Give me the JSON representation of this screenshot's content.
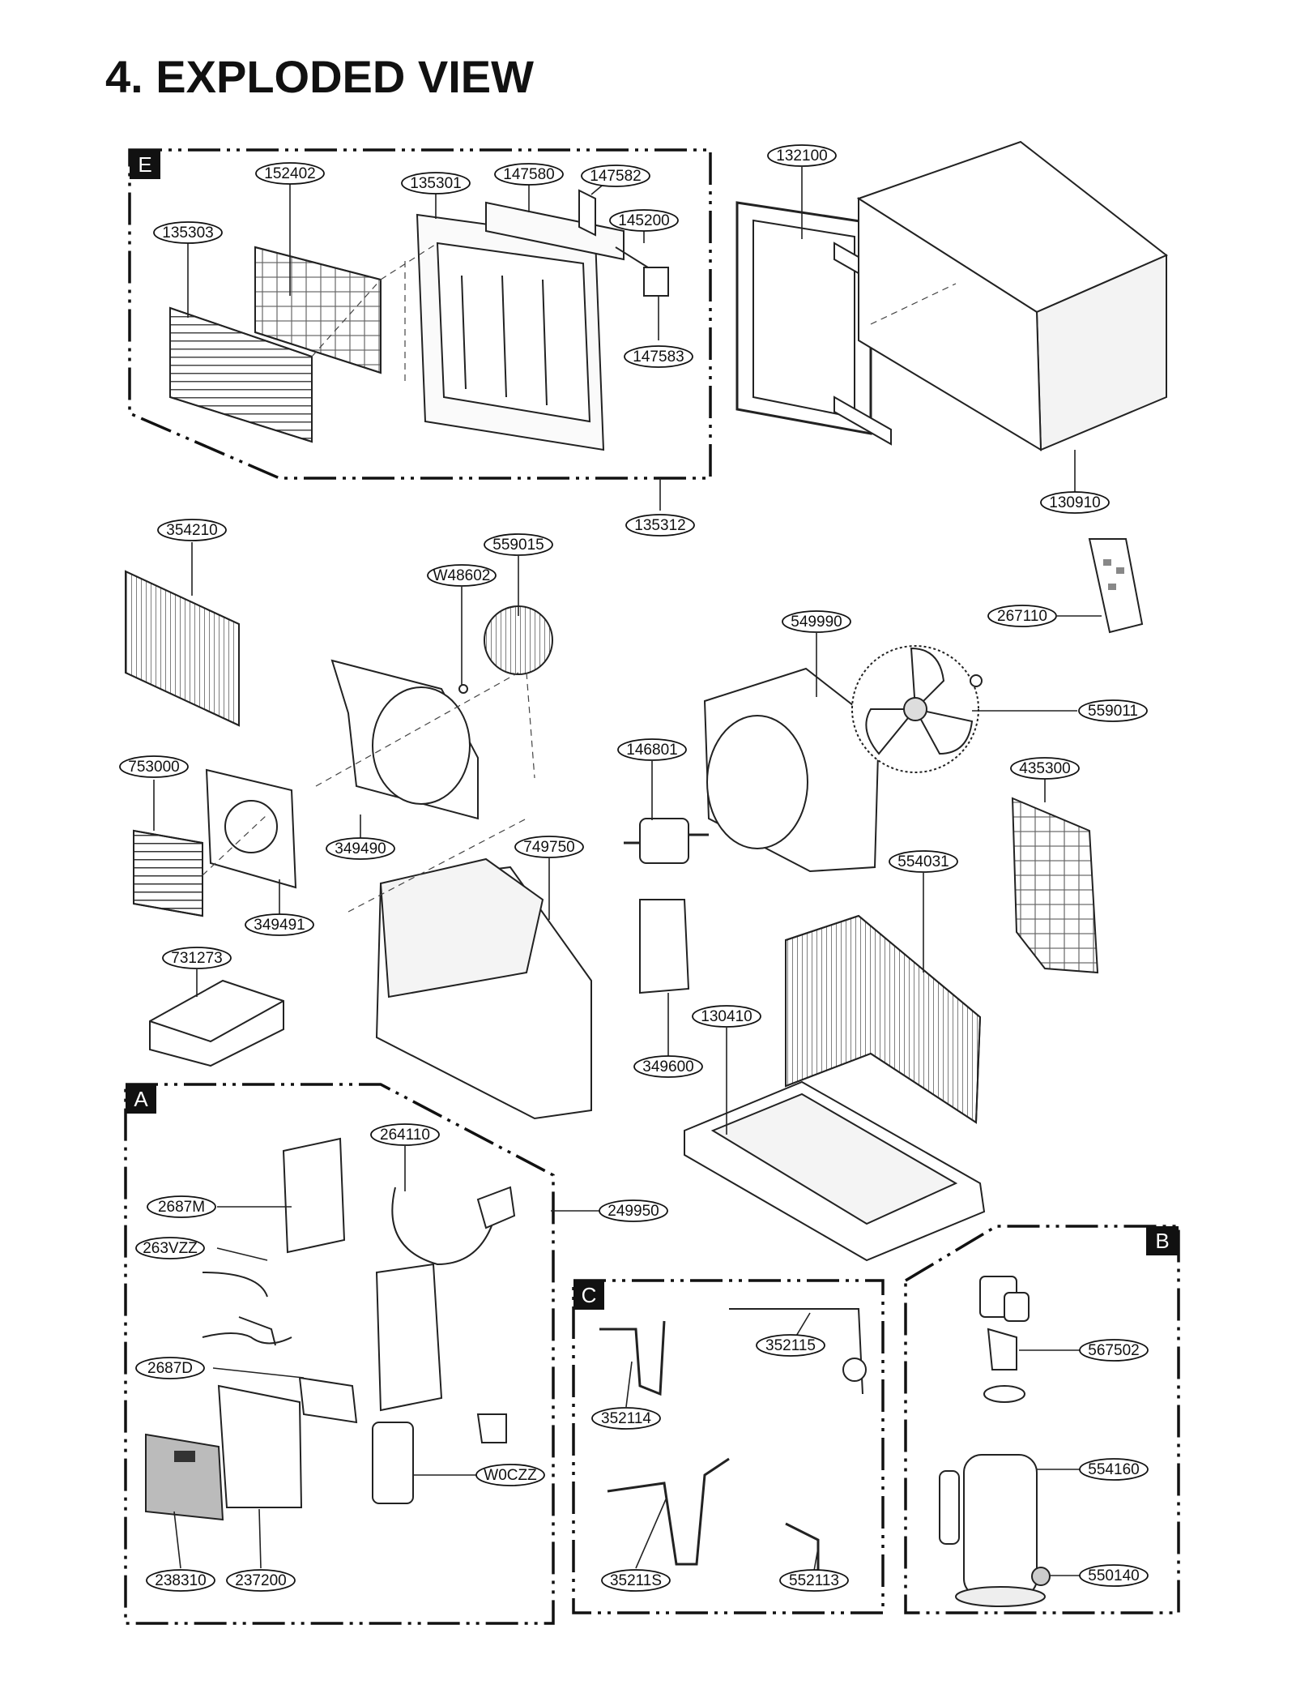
{
  "title": "4. EXPLODED VIEW",
  "sections": {
    "E": "E",
    "A": "A",
    "B": "B",
    "C": "C"
  },
  "parts": {
    "p152402": "152402",
    "p135301": "135301",
    "p147580": "147580",
    "p147582": "147582",
    "p135303": "135303",
    "p145200": "145200",
    "p147583": "147583",
    "p135312": "135312",
    "p132100": "132100",
    "p130910": "130910",
    "p354210": "354210",
    "p559015": "559015",
    "pW48602": "W48602",
    "p267110": "267110",
    "p549990": "549990",
    "p559011": "559011",
    "p753000": "753000",
    "p146801": "146801",
    "p435300": "435300",
    "p349490": "349490",
    "p749750": "749750",
    "p554031": "554031",
    "p349491": "349491",
    "p731273": "731273",
    "p130410": "130410",
    "p349600": "349600",
    "p264110": "264110",
    "p2687M": "2687M",
    "p249950": "249950",
    "p263VZZ": "263VZZ",
    "p2687D": "2687D",
    "pW0CZZ": "W0CZZ",
    "p238310": "238310",
    "p237200": "237200",
    "p352115": "352115",
    "p352114": "352114",
    "p35211S": "35211S",
    "p552113": "552113",
    "p567502": "567502",
    "p554160": "554160",
    "p550140": "550140"
  }
}
